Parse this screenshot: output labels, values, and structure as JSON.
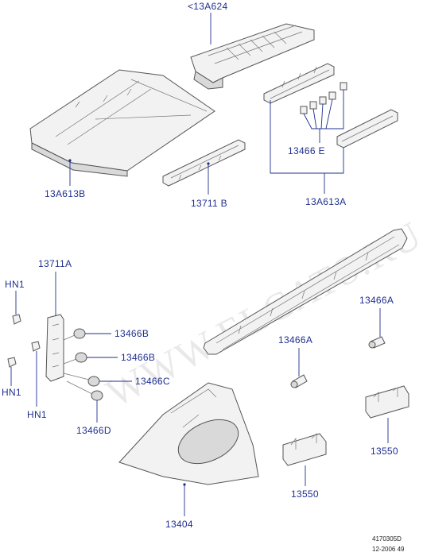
{
  "watermark": "WWW.ELCATS.RU",
  "callouts": {
    "c13A624": "<13A624",
    "c13A613B": "13A613B",
    "c13711B": "13711 B",
    "c13466E": "13466 E",
    "c13A613A": "13A613A",
    "c13711A": "13711A",
    "hn1_top": "HN1",
    "hn1_left": "HN1",
    "hn1_mid": "HN1",
    "c13466B_1": "13466B",
    "c13466B_2": "13466B",
    "c13466C": "13466C",
    "c13466D": "13466D",
    "c13466A_right": "13466A",
    "c13466A_mid": "13466A",
    "c13404": "13404",
    "c13550_right": "13550",
    "c13550_mid": "13550"
  },
  "footer": {
    "code": "4170305D",
    "date": "12-2006 49"
  }
}
